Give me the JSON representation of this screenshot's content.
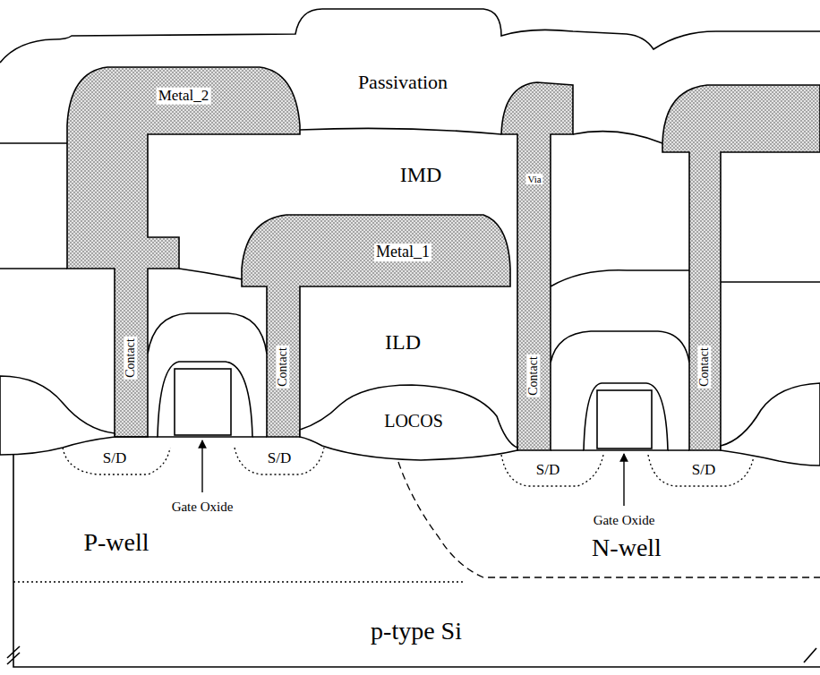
{
  "diagram": {
    "labels": [
      "Metal_2",
      "Passivation",
      "IMD",
      "Via",
      "Metal_1",
      "ILD",
      "Contact",
      "Contact",
      "Contact",
      "Contact",
      "LOCOS",
      "S/D",
      "S/D",
      "S/D",
      "S/D",
      "Gate Oxide",
      "Gate Oxide",
      "P-well",
      "N-well",
      "p-type Si"
    ]
  }
}
